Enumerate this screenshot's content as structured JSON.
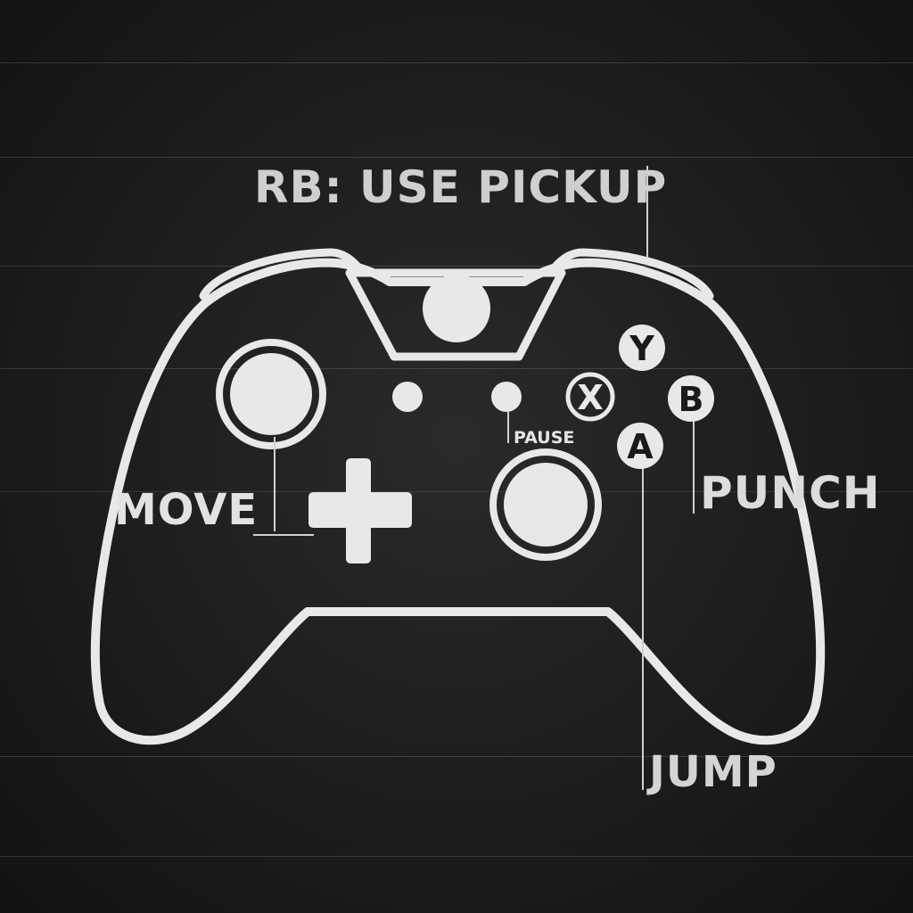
{
  "controls": {
    "rb": "RB: USE PICKUP",
    "move": "MOVE",
    "pause": "PAUSE",
    "punch": "PUNCH",
    "jump": "JUMP"
  },
  "face_buttons": {
    "y": "Y",
    "x": "X",
    "b": "B",
    "a": "A"
  },
  "colors": {
    "background": "#1d1d1d",
    "outline": "#e8e8e8",
    "text": "#d6d6d6"
  }
}
